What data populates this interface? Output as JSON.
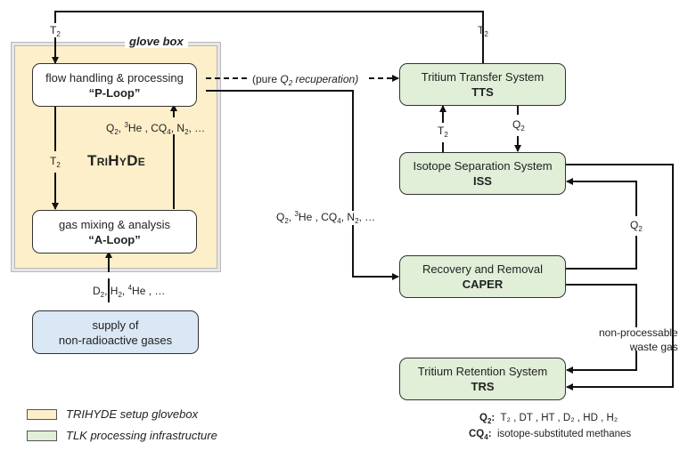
{
  "glovebox": {
    "title": "glove box",
    "setup_name": "TRIHYDE"
  },
  "nodes": {
    "p_loop": {
      "line1": "flow handling & processing",
      "line2": "“P-Loop”"
    },
    "a_loop": {
      "line1": "gas mixing & analysis",
      "line2": "“A-Loop”"
    },
    "supply": {
      "line1": "supply of",
      "line2": "non-radioactive gases"
    },
    "tts": {
      "line1": "Tritium Transfer System",
      "line2": "TTS"
    },
    "iss": {
      "line1": "Isotope Separation System",
      "line2": "ISS"
    },
    "caper": {
      "line1": "Recovery and Removal",
      "line2": "CAPER"
    },
    "trs": {
      "line1": "Tritium Retention System",
      "line2": "TRS"
    }
  },
  "labels": {
    "t2_top_left": "T",
    "t2_top_right": "T",
    "t2_inner": "T",
    "t2_tts": "T",
    "q2_tts": "Q",
    "q2_iss": "Q",
    "sub2": "2",
    "sub4": "4",
    "sup3": "3",
    "sup4": "4",
    "recuperation_prefix": "(pure ",
    "recuperation_q": "Q",
    "recuperation_suffix": " recuperation)",
    "mix_q": "Q",
    "mix_he": "He , CQ",
    "mix_n": ", N",
    "mix_tail": ", …",
    "mix_sep": ", ",
    "supply_d": "D",
    "supply_h": ", H",
    "supply_he": ", ",
    "supply_he_txt": "He , …",
    "waste_line1": "non-processable",
    "waste_line2": "waste gas"
  },
  "legend": [
    {
      "label": "TRIHYDE setup glovebox",
      "color": "#fdefc9"
    },
    {
      "label": "TLK processing infrastructure",
      "color": "#e1eed8"
    }
  ],
  "notes": {
    "q2_key": "Q",
    "q2_value": "T₂ , DT , HT , D₂ , HD , H₂",
    "cq4_key": "CQ",
    "cq4_value": "isotope-substituted methanes"
  },
  "colors": {
    "glovebox_fill": "#fdefc9",
    "tlk_fill": "#e1eed8",
    "supply_fill": "#dae7f4",
    "line": "#111111"
  }
}
